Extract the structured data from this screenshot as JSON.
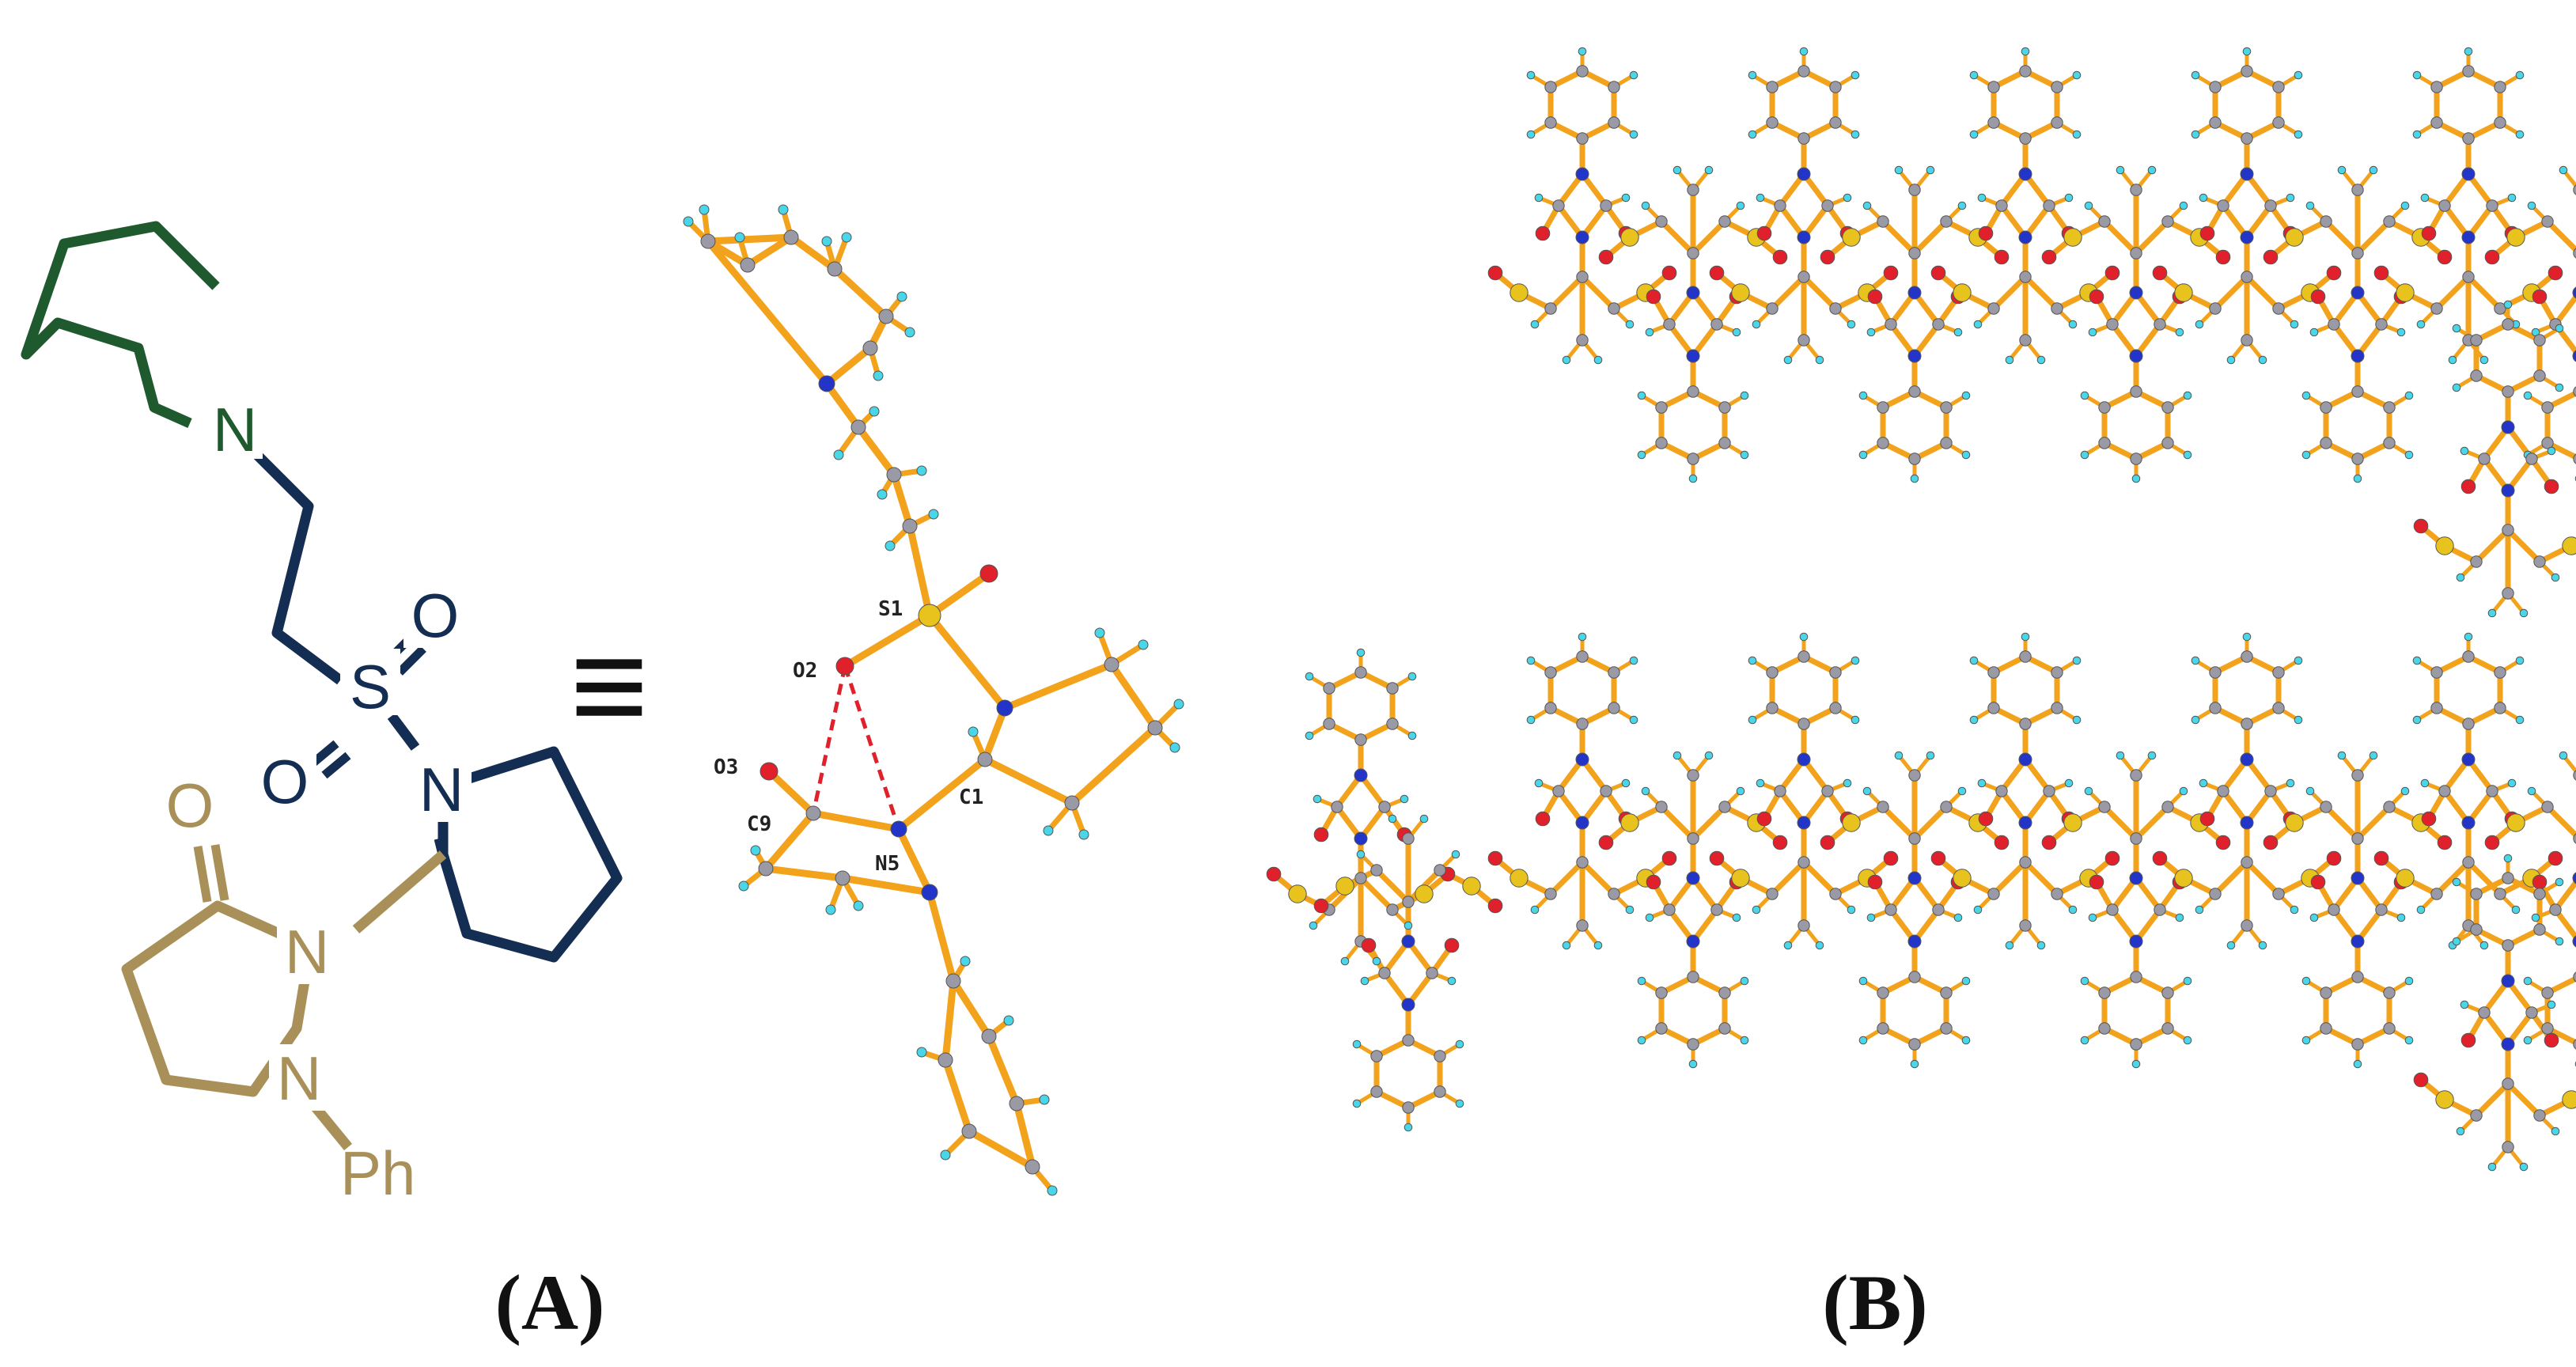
{
  "colors": {
    "piperidine": "#1f5a2e",
    "linker": "#142d52",
    "pyrazolidinone": "#a89058",
    "bond": "#f2a21b",
    "bond_dark": "#c97c0f",
    "carbon": "#9a9aa6",
    "hydrogen": "#49d6e8",
    "nitrogen": "#2235c8",
    "oxygen": "#e0202a",
    "sulfur": "#e8c31e",
    "hbond": "#e0202a"
  },
  "structure": {
    "atoms": {
      "N_pip": "N",
      "S": "S",
      "O_top": "O",
      "O_left": "O",
      "N_pyr": "N",
      "O_carbonyl": "O",
      "N_ring1": "N",
      "N_ring2": "N",
      "Ph": "Ph"
    },
    "equiv": "≡"
  },
  "crystal": {
    "labels": {
      "S1": "S1",
      "O2": "O2",
      "O3": "O3",
      "C9": "C9",
      "N5": "N5",
      "C1": "C1"
    }
  },
  "panels": {
    "a": "(A)",
    "b": "(B)"
  }
}
